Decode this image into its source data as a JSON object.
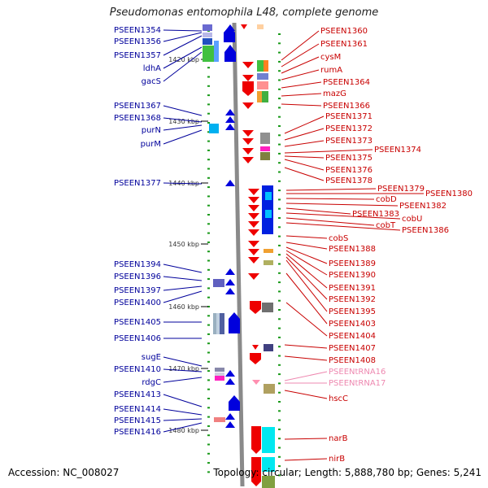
{
  "title": "Pseudomonas entomophila L48, complete genome",
  "footer": {
    "accession": "Accession: NC_008027",
    "topology": "Topology: circular; Length: 5,888,780 bp; Genes: 5,241"
  },
  "scale_labels": [
    "1420 kbp",
    "1430 kbp",
    "1440 kbp",
    "1450 kbp",
    "1460 kbp",
    "1470 kbp",
    "1480 kbp"
  ],
  "left_genes": [
    "PSEEN1354",
    "PSEEN1356",
    "PSEEN1357",
    "ldhA",
    "gacS",
    "PSEEN1367",
    "PSEEN1368",
    "purN",
    "purM",
    "PSEEN1377",
    "PSEEN1394",
    "PSEEN1396",
    "PSEEN1397",
    "PSEEN1400",
    "PSEEN1405",
    "PSEEN1406",
    "sugE",
    "PSEEN1410",
    "rdgC",
    "PSEEN1413",
    "PSEEN1414",
    "PSEEN1415",
    "PSEEN1416"
  ],
  "right_genes": [
    "PSEEN1360",
    "PSEEN1361",
    "cysM",
    "rumA",
    "PSEEN1364",
    "mazG",
    "PSEEN1366",
    "PSEEN1371",
    "PSEEN1372",
    "PSEEN1373",
    "PSEEN1374",
    "PSEEN1375",
    "PSEEN1376",
    "PSEEN1378",
    "PSEEN1379",
    "PSEEN1380",
    "cobD",
    "PSEEN1382",
    "PSEEN1383",
    "cobU",
    "cobT",
    "PSEEN1386",
    "cobS",
    "PSEEN1388",
    "PSEEN1389",
    "PSEEN1390",
    "PSEEN1391",
    "PSEEN1392",
    "PSEEN1395",
    "PSEEN1403",
    "PSEEN1404",
    "PSEEN1407",
    "PSEEN1408",
    "hscC",
    "narB",
    "nirB"
  ],
  "rna_genes": [
    "PSEENtRNA16",
    "PSEENtRNA17"
  ],
  "colors": {
    "left_label": "#00009b",
    "right_label": "#c80000",
    "rna_label": "#ee88b0",
    "forward_strand": "#0000dd",
    "reverse_strand": "#ee0000",
    "backbone": "#8a8a8a",
    "tick": "#1a9a1a"
  }
}
